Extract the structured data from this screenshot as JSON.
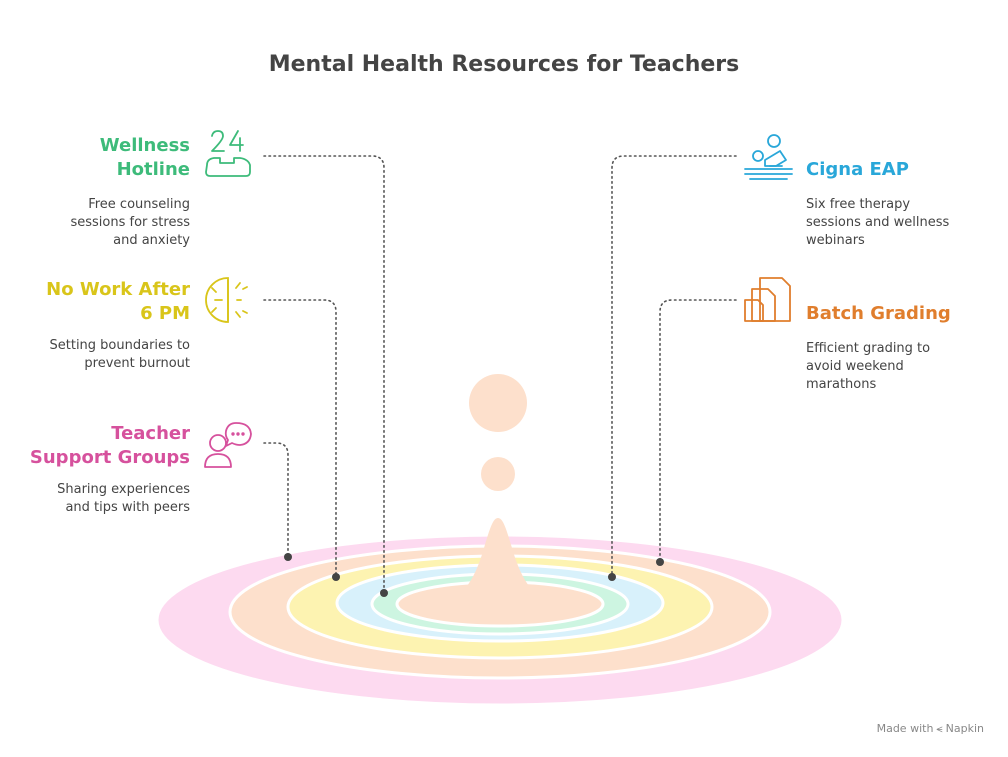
{
  "title": "Mental Health Resources for Teachers",
  "resources": [
    {
      "id": "wellness-hotline",
      "title": "Wellness\nHotline",
      "description": "Free counseling\nsessions for stress\nand anxiety",
      "color": "#3dbb7a",
      "icon": "phone-24-icon"
    },
    {
      "id": "no-work-after-6pm",
      "title": "No Work After\n6 PM",
      "description": "Setting boundaries to\nprevent burnout",
      "color": "#d9c51a",
      "icon": "clock-boundary-icon"
    },
    {
      "id": "teacher-support-groups",
      "title": "Teacher\nSupport Groups",
      "description": "Sharing experiences\nand tips with peers",
      "color": "#d6519d",
      "icon": "person-chat-icon"
    },
    {
      "id": "cigna-eap",
      "title": "Cigna EAP",
      "description": "Six free therapy\nsessions and wellness\nwebinars",
      "color": "#29a7d9",
      "icon": "therapy-icon"
    },
    {
      "id": "batch-grading",
      "title": "Batch Grading",
      "description": "Efficient grading to\navoid weekend\nmarathons",
      "color": "#e07e2d",
      "icon": "document-stack-icon"
    }
  ],
  "ripple_colors": [
    "#fddaf0",
    "#fde0cc",
    "#fdf3b1",
    "#d8f1fb",
    "#cdf5e1",
    "#fde0cc"
  ],
  "drop_color": "#fde0cc",
  "footer": {
    "prefix": "Made with",
    "brand": "Napkin"
  }
}
